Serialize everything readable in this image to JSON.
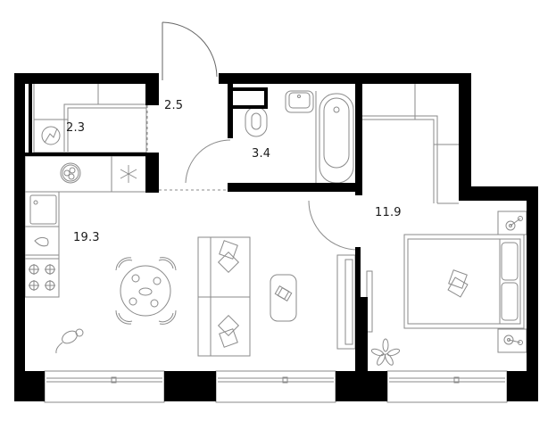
{
  "plan": {
    "type": "apartment-floor-plan",
    "colors": {
      "wall": "#000000",
      "furniture": "#8a8a8a",
      "background": "#ffffff",
      "label": "#1a1a1a"
    },
    "rooms": [
      {
        "id": "storage",
        "area": "2.3",
        "icon": "electric-panel-icon"
      },
      {
        "id": "hallway",
        "area": "2.5"
      },
      {
        "id": "bathroom",
        "area": "3.4"
      },
      {
        "id": "kitchen-living",
        "area": "19.3"
      },
      {
        "id": "bedroom",
        "area": "11.9"
      }
    ]
  }
}
